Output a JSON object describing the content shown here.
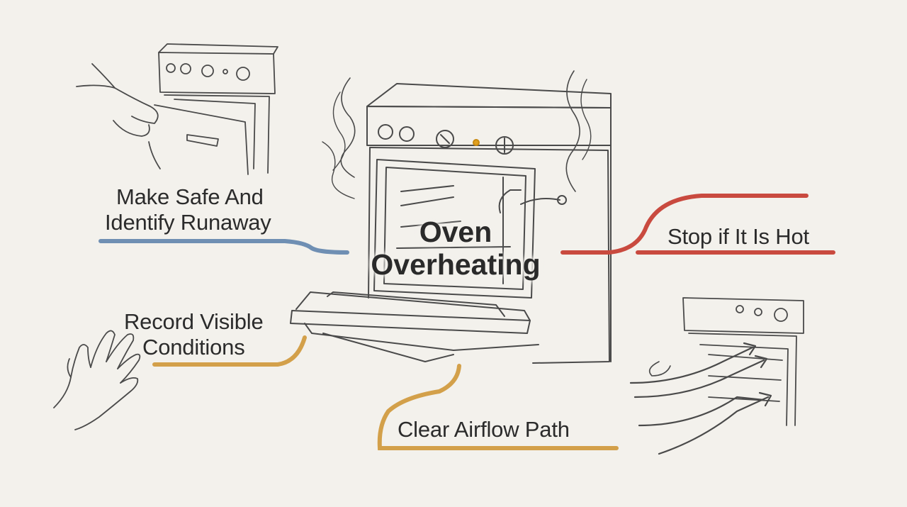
{
  "title": {
    "line1": "Oven",
    "line2": "Overheating"
  },
  "labels": {
    "make_safe": {
      "line1": "Make Safe And",
      "line2": "Identify Runaway",
      "color": "#6f8fb3"
    },
    "stop_hot": {
      "text": "Stop if It Is Hot",
      "color": "#c94a3f"
    },
    "record": {
      "line1": "Record Visible",
      "line2": "Conditions",
      "color": "#d3a04a"
    },
    "airflow": {
      "text": "Clear Airflow Path",
      "color": "#d3a04a"
    }
  },
  "colors": {
    "ink": "#4a4a4a",
    "background": "#f3f1ec",
    "indicator": "#e0a020"
  },
  "icons": [
    "oven-illustration",
    "hand-opening-oven-icon",
    "raised-hand-icon",
    "airflow-oven-icon"
  ]
}
